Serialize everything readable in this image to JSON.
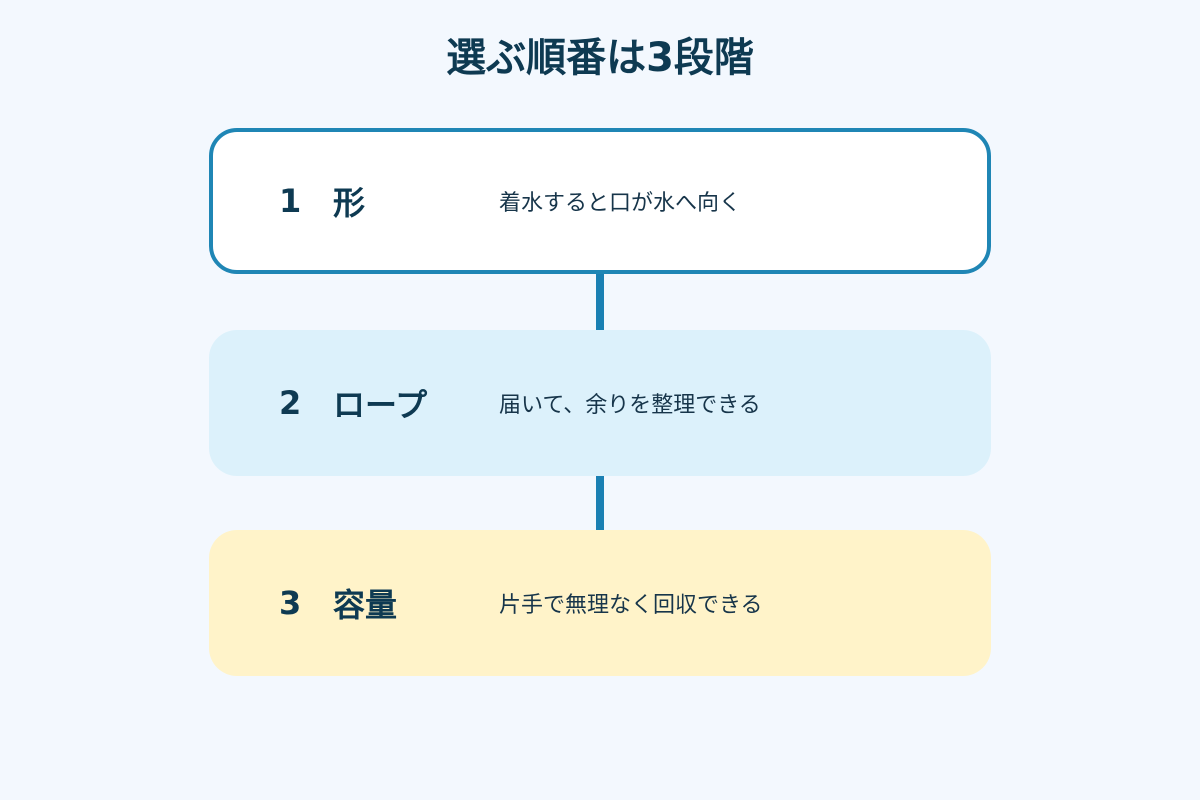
{
  "title": "選ぶ順番は3段階",
  "steps": [
    {
      "number": "1",
      "label": "形",
      "description": "着水すると口が水へ向く"
    },
    {
      "number": "2",
      "label": "ロープ",
      "description": "届いて、余りを整理できる"
    },
    {
      "number": "3",
      "label": "容量",
      "description": "片手で無理なく回収できる"
    }
  ],
  "colors": {
    "background": "#f3f8fe",
    "heading": "#0e3a52",
    "accent": "#1f86b5",
    "step1_fill": "#ffffff",
    "step2_fill": "#dcf1fb",
    "step3_fill": "#fff3c9"
  }
}
